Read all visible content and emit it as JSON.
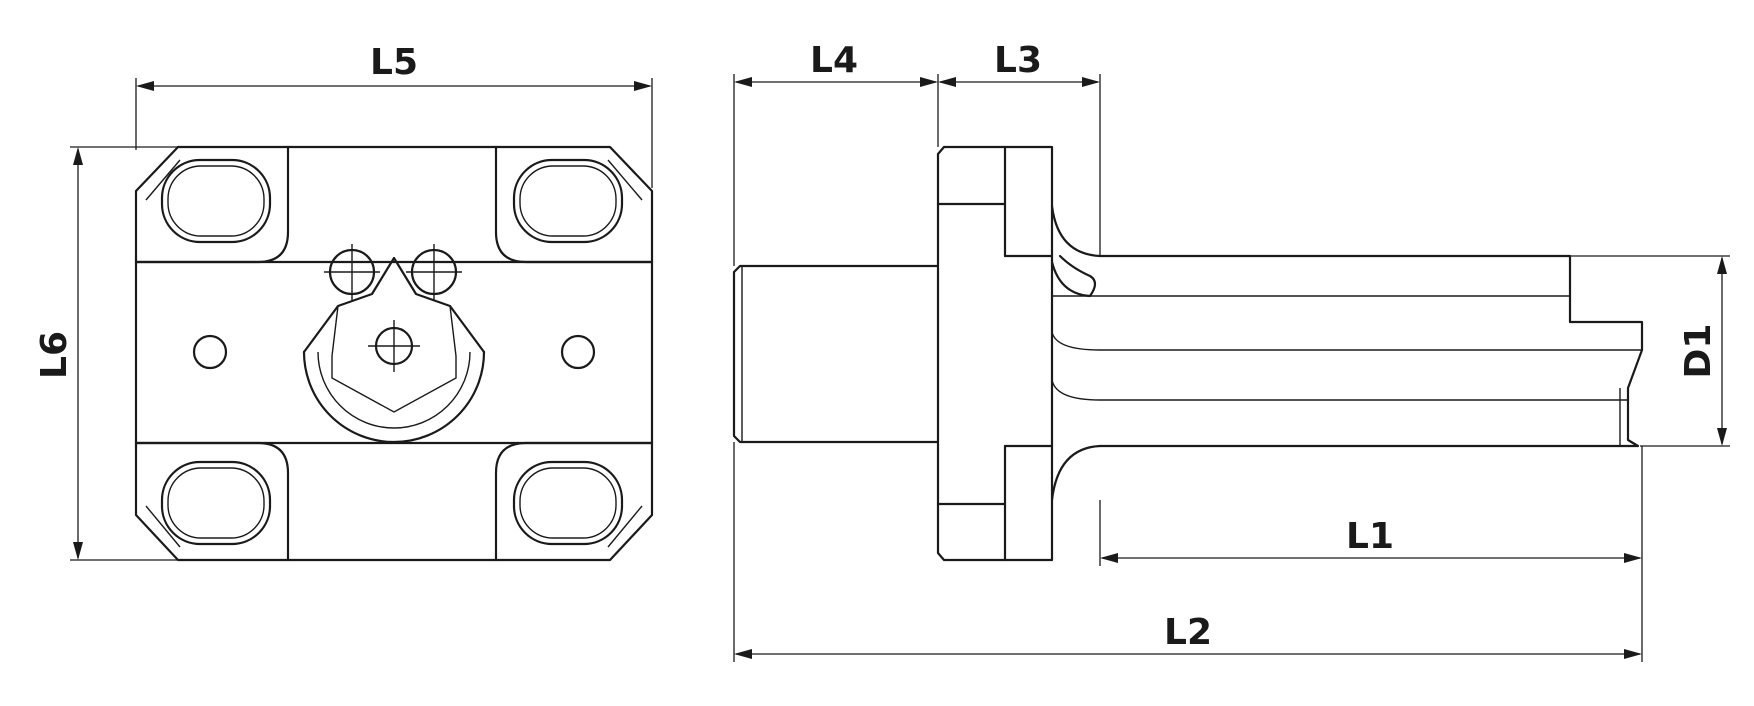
{
  "diagram": {
    "labels": {
      "L5": "L5",
      "L6": "L6",
      "L4": "L4",
      "L3": "L3",
      "L1": "L1",
      "L2": "L2",
      "D1": "D1"
    }
  }
}
